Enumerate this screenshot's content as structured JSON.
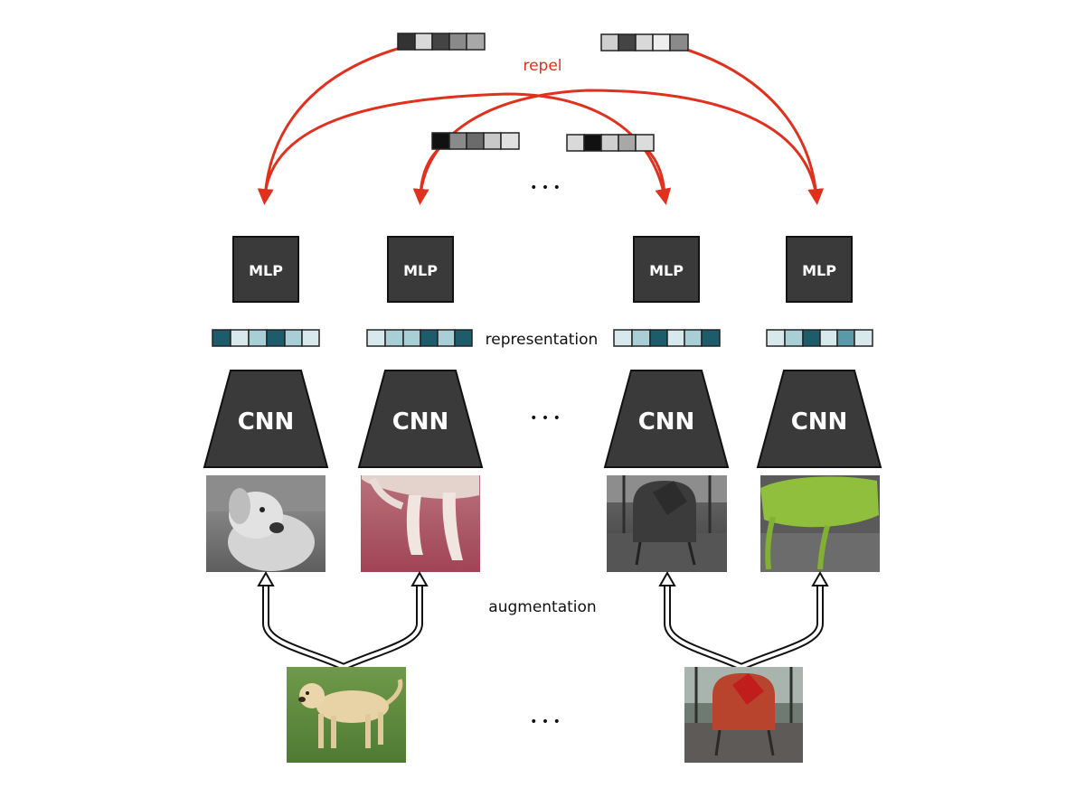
{
  "labels": {
    "repel": "repel",
    "representation": "representation",
    "augmentation": "augmentation",
    "ellipsis": "• • •"
  },
  "blocks": {
    "mlp": "MLP",
    "cnn": "CNN"
  },
  "colors": {
    "arrow_red": "#e0301e",
    "block_dark": "#3a3a3a",
    "teal_dark": "#1d5c6b",
    "teal_mid": "#5a9aa8",
    "teal_light": "#a9cfd6",
    "teal_pale": "#d7e9ec",
    "gray_vec_dark": "#333333",
    "gray_vec_mid": "#8a8a8a",
    "gray_vec_light": "#d9d9d9"
  },
  "images": {
    "dog_original": "dog-photo",
    "dog_aug_gray": "dog-grayscale-crop",
    "dog_aug_red": "dog-legs-red-tint",
    "chair_original": "red-armchair-photo",
    "chair_aug_gray": "armchair-grayscale",
    "chair_aug_green": "armchair-green-crop"
  }
}
